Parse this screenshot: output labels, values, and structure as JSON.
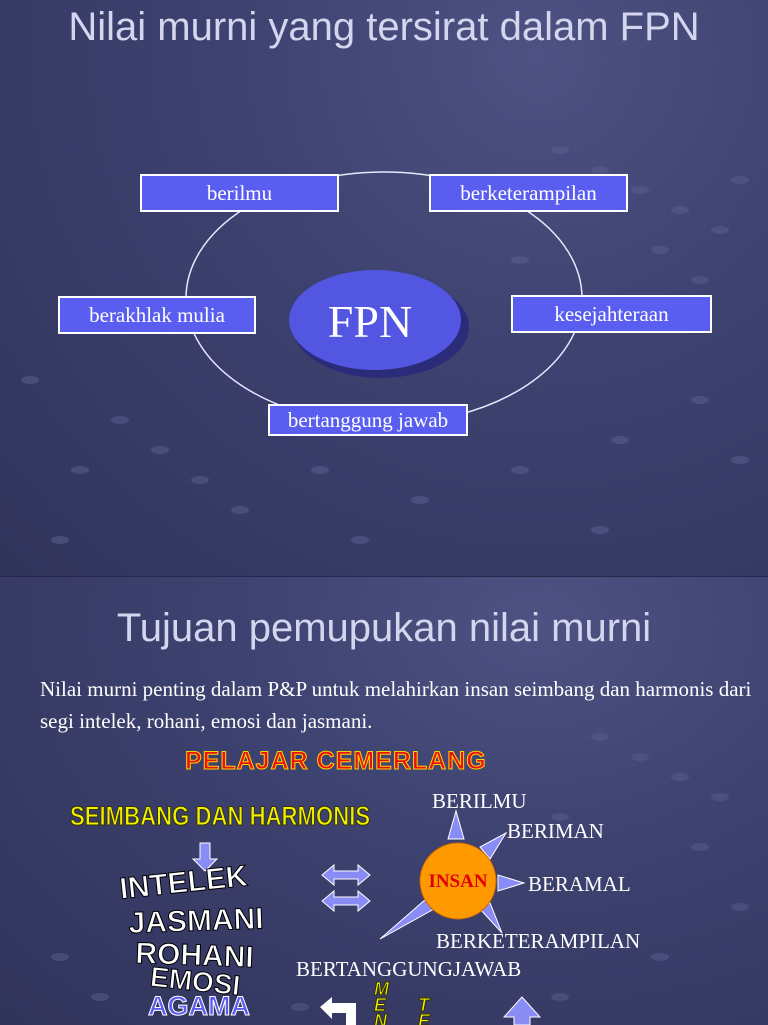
{
  "slide1": {
    "title": "Nilai murni yang tersirat dalam FPN",
    "center_label": "FPN",
    "nodes": {
      "berilmu": "berilmu",
      "berketerampilan": "berketerampilan",
      "berakhlak_mulia": "berakhlak mulia",
      "kesejahteraan": "kesejahteraan",
      "bertanggung_jawab": "bertanggung jawab"
    }
  },
  "slide2": {
    "title": "Tujuan pemupukan nilai murni",
    "body": "Nilai murni penting dalam P&P untuk melahirkan insan seimbang dan harmonis  dari segi intelek, rohani, emosi dan jasmani.",
    "pelajar_cemerlang": "PELAJAR CEMERLANG",
    "seimbang": "SEIMBANG DAN HARMONIS",
    "aspects": [
      "INTELEK",
      "JASMANI",
      "ROHANI",
      "EMOSI"
    ],
    "agama": "AGAMA",
    "insan": "INSAN",
    "insan_rays": {
      "berilmu": "BERILMU",
      "beriman": "BERIMAN",
      "beramal": "BERAMAL",
      "berketerampilan": "BERKETERAMPILAN",
      "bertanggungjawab": "BERTANGGUNGJAWAB"
    },
    "partial_letters_1": [
      "M",
      "E",
      "N"
    ],
    "partial_letters_2": [
      "T",
      "E"
    ]
  },
  "colors": {
    "box_fill": "#5a5ef0",
    "ellipse_fill": "#5256e0",
    "insan_fill": "#ff9900",
    "insan_text": "#e00000",
    "ray_fill": "#8a8cf5",
    "pelajar_red": "#e81010",
    "wordart_yellow": "#f2f000"
  }
}
